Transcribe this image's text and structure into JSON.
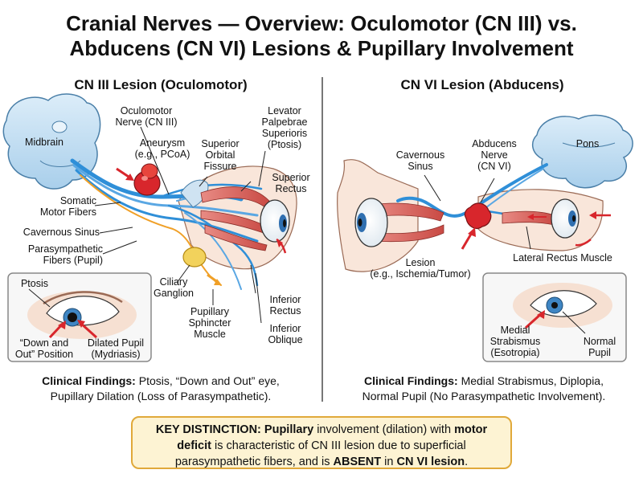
{
  "title": {
    "line1": "Cranial Nerves — Overview: Oculomotor (CN III) vs.",
    "line2": "Abducens (CN VI) Lesions & Pupillary Involvement"
  },
  "left": {
    "heading": "CN III Lesion (Oculomotor)",
    "labels": {
      "midbrain": "Midbrain",
      "oculomotor_nerve": [
        "Oculomotor",
        "Nerve (CN III)"
      ],
      "aneurysm": [
        "Aneurysm",
        "(e.g., PCoA)"
      ],
      "superior_orbital_fissure": [
        "Superior",
        "Orbital",
        "Fissure"
      ],
      "levator": [
        "Levator",
        "Palpebrae",
        "Superioris",
        "(Ptosis)"
      ],
      "superior_rectus": [
        "Superior",
        "Rectus"
      ],
      "somatic_motor": [
        "Somatic",
        "Motor Fibers"
      ],
      "cavernous_sinus": "Cavernous Sinus",
      "parasympathetic": [
        "Parasympathetic",
        "Fibers (Pupil)"
      ],
      "ciliary_ganglion": [
        "Ciliary",
        "Ganglion"
      ],
      "pupillary_sphincter": [
        "Pupillary",
        "Sphincter",
        "Muscle"
      ],
      "inferior_rectus": [
        "Inferior",
        "Rectus"
      ],
      "inferior_oblique": [
        "Inferior",
        "Oblique"
      ]
    },
    "inset": {
      "ptosis": "Ptosis",
      "down_out": [
        "“Down and",
        "Out” Position"
      ],
      "dilated": [
        "Dilated Pupil",
        "(Mydriasis)"
      ]
    },
    "findings": {
      "bold": "Clinical Findings:",
      "line1": " Ptosis, “Down and Out” eye,",
      "line2": "Pupillary Dilation (Loss of Parasympathetic)."
    }
  },
  "right": {
    "heading": "CN VI Lesion (Abducens)",
    "labels": {
      "cavernous_sinus": [
        "Cavernous",
        "Sinus"
      ],
      "abducens_nerve": [
        "Abducens",
        "Nerve",
        "(CN VI)"
      ],
      "pons": "Pons",
      "lesion": [
        "Lesion",
        "(e.g., Ischemia/Tumor)"
      ],
      "lateral_rectus": "Lateral Rectus Muscle"
    },
    "inset": {
      "medial": [
        "Medial",
        "Strabismus",
        "(Esotropia)"
      ],
      "normal": [
        "Normal",
        "Pupil"
      ]
    },
    "findings": {
      "bold": "Clinical Findings:",
      "line1": " Medial Strabismus, Diplopia,",
      "line2": "Normal Pupil (No Parasympathetic Involvement)."
    }
  },
  "key": {
    "p1_bold": "KEY DISTINCTION:",
    "p2": " ",
    "p3_bold": "Pupillary",
    "p4": " involvement (dilation) with ",
    "p5_bold": "motor",
    "p6_bold": "deficit",
    "p7": " is characteristic of CN III lesion due to superficial",
    "p8": "parasympathetic fibers, and is ",
    "p9_bold": "ABSENT",
    "p10": " in ",
    "p11_bold": "CN VI lesion",
    "p12": "."
  },
  "colors": {
    "nerve_blue": "#2f8fd8",
    "brain_blue": "#c9e3f5",
    "aneurysm_red": "#d8262c",
    "ganglion_yellow": "#f2d25c",
    "parasympathetic_orange": "#f0a028",
    "muscle_red": "#d9625a",
    "skin": "#f6e0d2",
    "key_border": "#e0a93a",
    "key_fill": "#fdf3d3"
  }
}
